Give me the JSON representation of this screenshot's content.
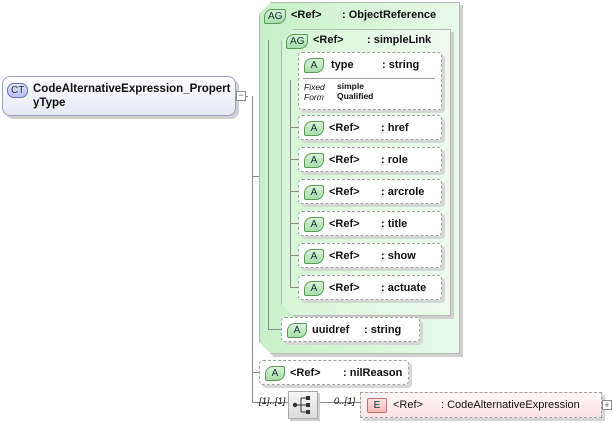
{
  "complex_type": {
    "tag": "CT",
    "name_line1": "CodeAlternativeExpression_Propert",
    "name_line2": "yType"
  },
  "object_reference": {
    "tag": "AG",
    "ref": "<Ref>",
    "name": ": ObjectReference"
  },
  "simple_link": {
    "tag": "AG",
    "ref": "<Ref>",
    "name": ": simpleLink"
  },
  "type_attr": {
    "tag": "A",
    "name": "type",
    "type": ": string",
    "fixed_label": "Fixed",
    "fixed_value": "simple",
    "form_label": "Form",
    "form_value": "Qualified"
  },
  "link_attrs": [
    {
      "tag": "A",
      "ref": "<Ref>",
      "name": ": href"
    },
    {
      "tag": "A",
      "ref": "<Ref>",
      "name": ": role"
    },
    {
      "tag": "A",
      "ref": "<Ref>",
      "name": ": arcrole"
    },
    {
      "tag": "A",
      "ref": "<Ref>",
      "name": ": title"
    },
    {
      "tag": "A",
      "ref": "<Ref>",
      "name": ": show"
    },
    {
      "tag": "A",
      "ref": "<Ref>",
      "name": ": actuate"
    }
  ],
  "uuidref_attr": {
    "tag": "A",
    "name": "uuidref",
    "type": ": string"
  },
  "nil_reason_attr": {
    "tag": "A",
    "ref": "<Ref>",
    "name": ": nilReason"
  },
  "sequence": {
    "cardinality": "[1]..[1]"
  },
  "element": {
    "tag": "E",
    "ref": "<Ref>",
    "name": ": CodeAlternativeExpression",
    "cardinality": "0..[1]",
    "expand": "+"
  },
  "ct_collapse": "−"
}
